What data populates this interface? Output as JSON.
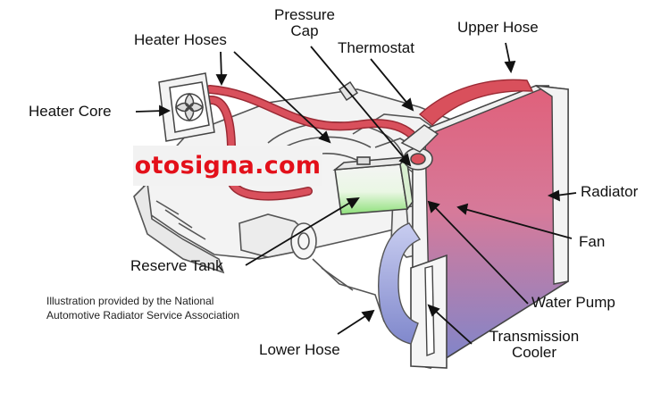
{
  "labels": {
    "heater_hoses": "Heater Hoses",
    "pressure_cap_line1": "Pressure",
    "pressure_cap_line2": "Cap",
    "thermostat": "Thermostat",
    "upper_hose": "Upper Hose",
    "heater_core": "Heater Core",
    "radiator": "Radiator",
    "fan": "Fan",
    "reserve_tank": "Reserve Tank",
    "water_pump": "Water Pump",
    "lower_hose": "Lower Hose",
    "transmission_cooler_line1": "Transmission",
    "transmission_cooler_line2": "Cooler"
  },
  "credit": {
    "line1": "Illustration provided by the National",
    "line2": "Automotive Radiator Service Association"
  },
  "watermark": "otosigna.com",
  "colors": {
    "hose": "#d9505c",
    "radiator_top": "#e0607a",
    "radiator_bottom": "#7c86cc",
    "coolant": "#8ee07a",
    "watermark": "#e3101a"
  }
}
